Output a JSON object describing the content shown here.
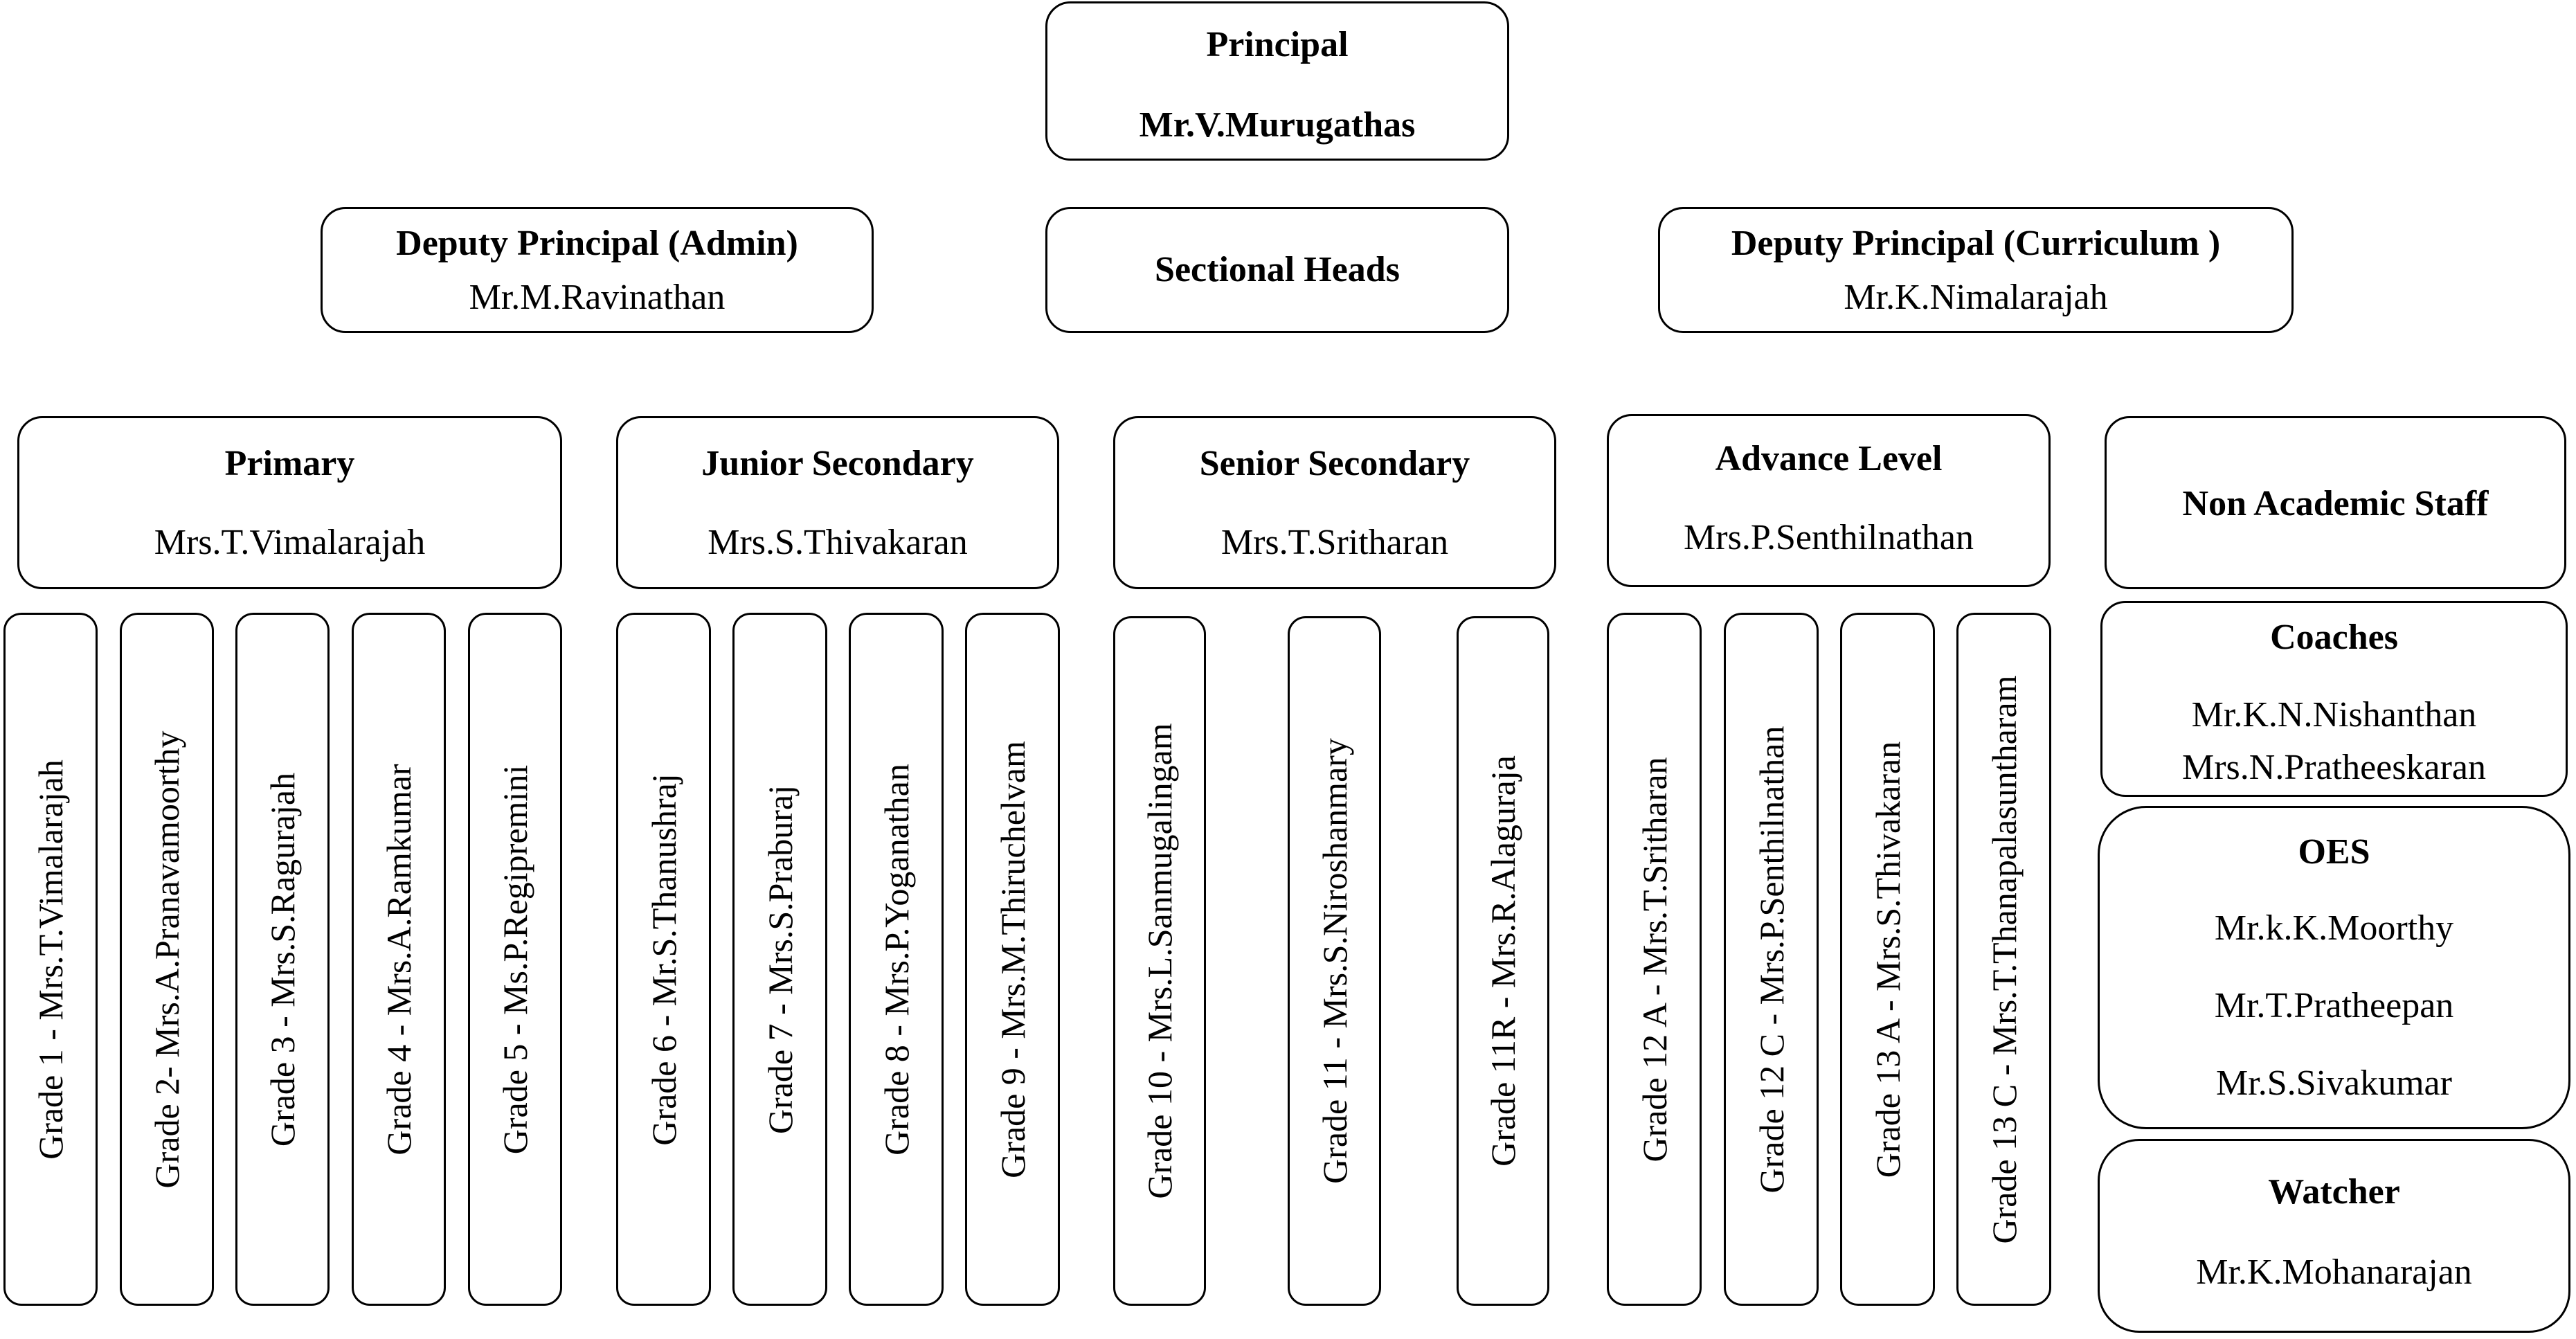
{
  "principal": {
    "title": "Principal",
    "name": "Mr.V.Murugathas"
  },
  "deputy_admin": {
    "title": "Deputy Principal (Admin)",
    "name": "Mr.M.Ravinathan"
  },
  "sectional_heads": {
    "title": "Sectional Heads"
  },
  "deputy_curriculum": {
    "title": "Deputy Principal (Curriculum )",
    "name": "Mr.K.Nimalarajah"
  },
  "sections": [
    {
      "title": "Primary",
      "name": "Mrs.T.Vimalarajah",
      "grades": [
        "Grade 1 - Mrs.T.Vimalarajah",
        "Grade 2- Mrs.A.Pranavamoorthy",
        "Grade 3 - Mrs.S.Ragurajah",
        "Grade 4 - Mrs.A.Ramkumar",
        "Grade 5 - Ms.P.Regipremini"
      ]
    },
    {
      "title": "Junior Secondary",
      "name": "Mrs.S.Thivakaran",
      "grades": [
        "Grade 6 - Mr.S.Thanushraj",
        "Grade 7 - Mrs.S.Praburaj",
        "Grade 8 - Mrs.P.Yoganathan",
        "Grade 9 - Mrs.M.Thiruchelvam"
      ]
    },
    {
      "title": "Senior Secondary",
      "name": "Mrs.T.Sritharan",
      "grades": [
        "Grade 10 - Mrs.L.Sanmugalingam",
        "Grade 11 - Mrs.S.Niroshanmary",
        "Grade 11R - Mrs.R.Alaguraja"
      ]
    },
    {
      "title": "Advance Level",
      "name": "Mrs.P.Senthilnathan",
      "grades": [
        "Grade 12 A - Mrs.T.Sritharan",
        "Grade 12 C - Mrs.P.Senthilnathan",
        "Grade 13 A - Mrs.S.Thivakaran",
        "Grade 13 C - Mrs.T.Thanapalasuntharam"
      ]
    }
  ],
  "non_academic": {
    "title": "Non Academic Staff"
  },
  "coaches": {
    "title": "Coaches",
    "names": [
      "Mr.K.N.Nishanthan",
      "Mrs.N.Pratheeskaran"
    ]
  },
  "oes": {
    "title": "OES",
    "names": [
      "Mr.k.K.Moorthy",
      "Mr.T.Pratheepan",
      "Mr.S.Sivakumar"
    ]
  },
  "watcher": {
    "title": "Watcher",
    "name": "Mr.K.Mohanarajan"
  }
}
